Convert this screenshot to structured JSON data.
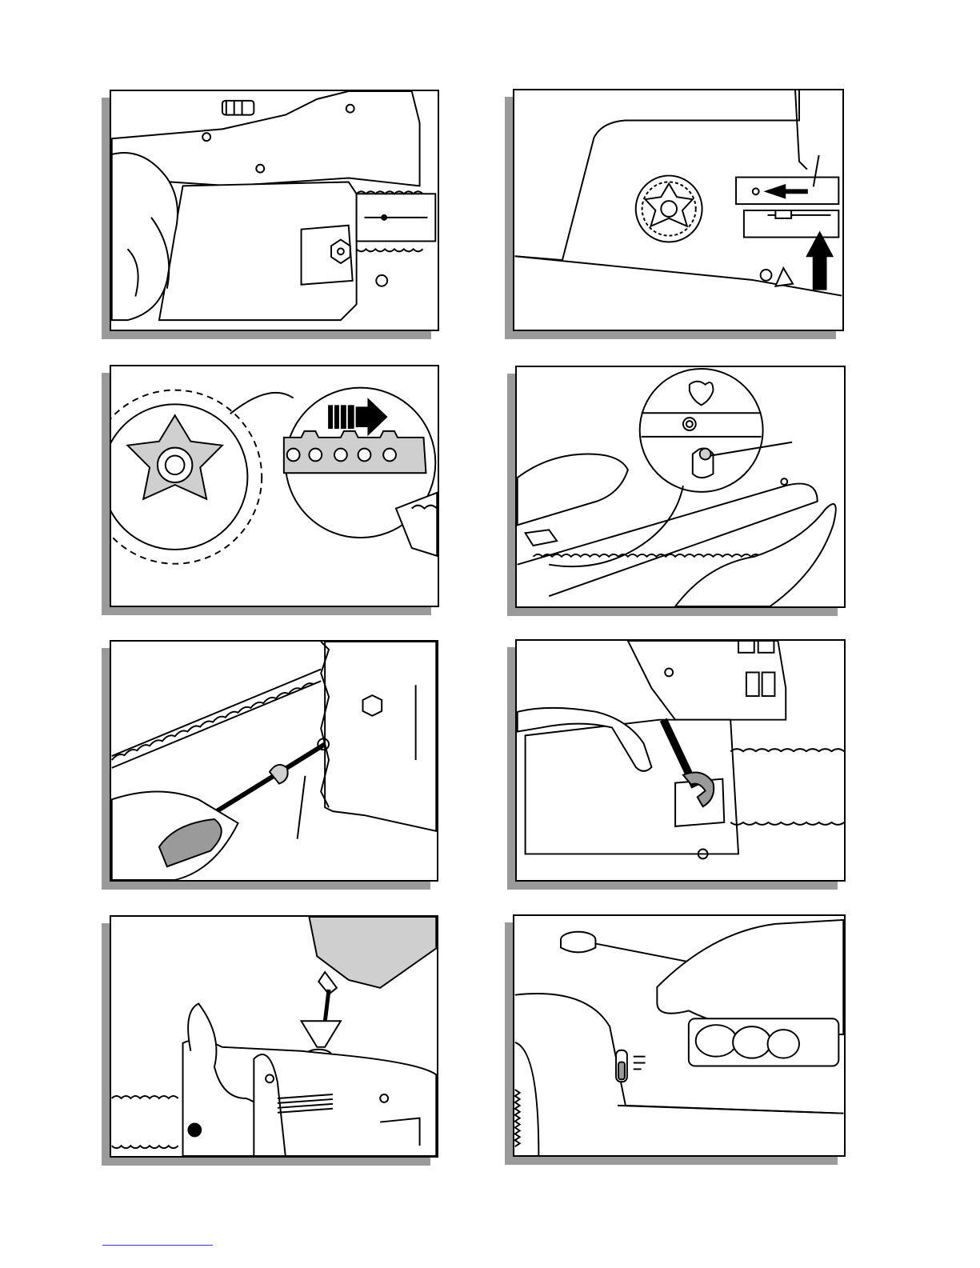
{
  "document": {
    "figures": [
      {
        "id": "fig-1",
        "subject": "chain-cover-removal"
      },
      {
        "id": "fig-2",
        "subject": "bar-fitting-arrows"
      },
      {
        "id": "fig-3",
        "subject": "chain-direction"
      },
      {
        "id": "fig-4",
        "subject": "bar-and-chain-mounting"
      },
      {
        "id": "fig-5",
        "subject": "chain-tension-screw"
      },
      {
        "id": "fig-6",
        "subject": "cover-nut-spanner"
      },
      {
        "id": "fig-7",
        "subject": "oil-filling"
      },
      {
        "id": "fig-8",
        "subject": "oil-level-window"
      }
    ],
    "colors": {
      "line": "#000000",
      "shadow": "#9a9a9a",
      "fill": "#cfcfcf",
      "footer_rule": "#3c3cff"
    }
  }
}
